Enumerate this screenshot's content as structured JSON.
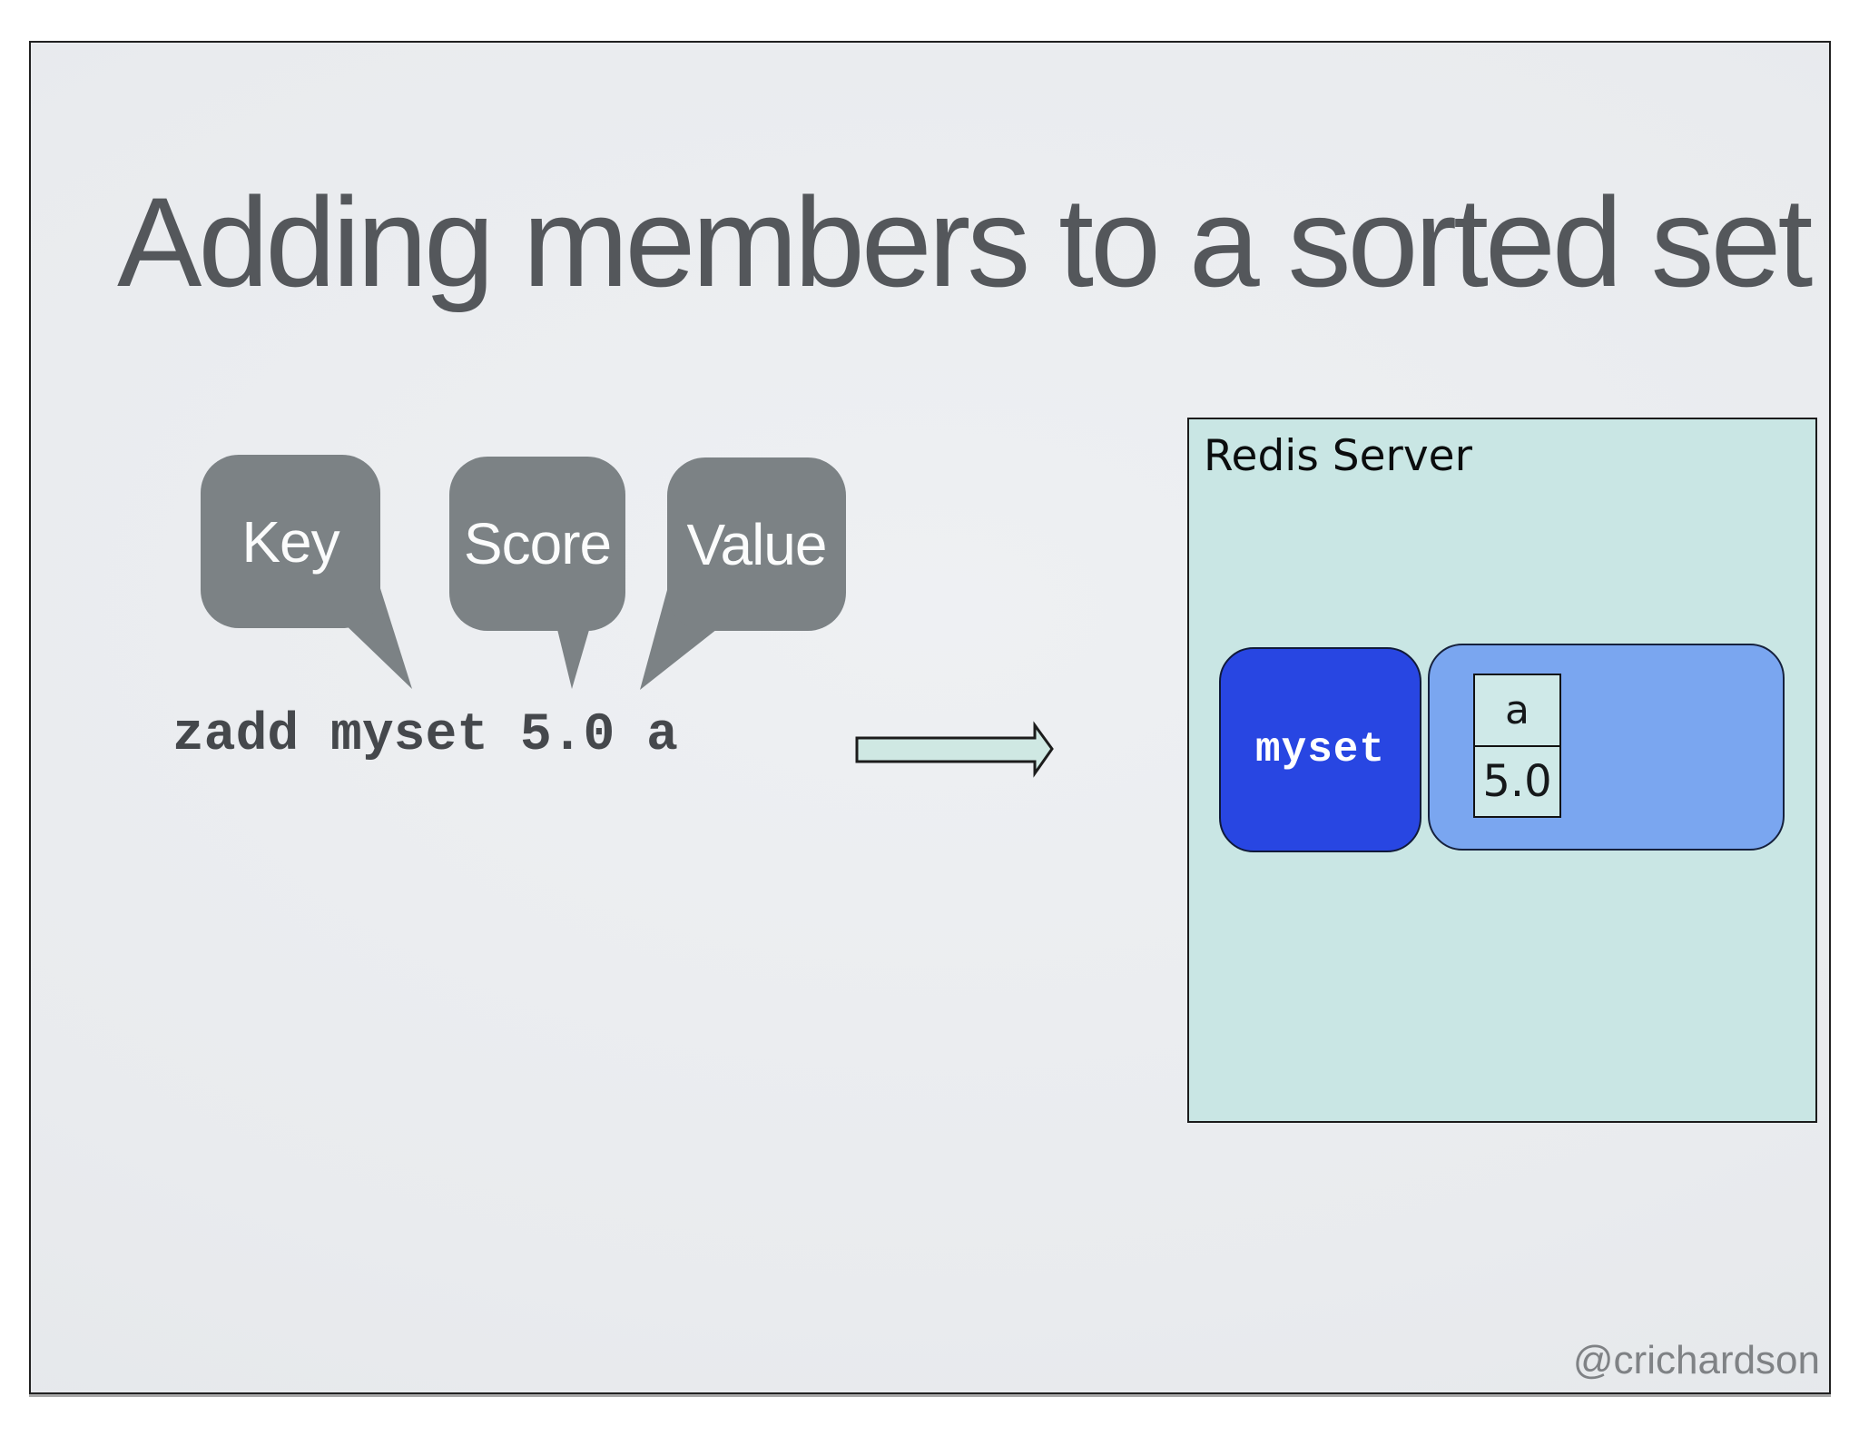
{
  "slide": {
    "title": "Adding members to a sorted set",
    "footer": "@crichardson"
  },
  "callouts": [
    {
      "label": "Key"
    },
    {
      "label": "Score"
    },
    {
      "label": "Value"
    }
  ],
  "command": "zadd myset 5.0 a",
  "redis_server": {
    "title": "Redis Server",
    "set_key": "myset",
    "member_value": "a",
    "member_score": "5.0"
  },
  "colors": {
    "callout_gray": "#7c8285",
    "myset_blue": "#2846e2",
    "sorted_set_blue": "#7aa6f0",
    "server_teal": "#c9e6e4",
    "cell_teal": "#cfe9e8",
    "arrow_fill": "#cfe8e3",
    "title_gray": "#54575b",
    "command_gray": "#45484c"
  }
}
